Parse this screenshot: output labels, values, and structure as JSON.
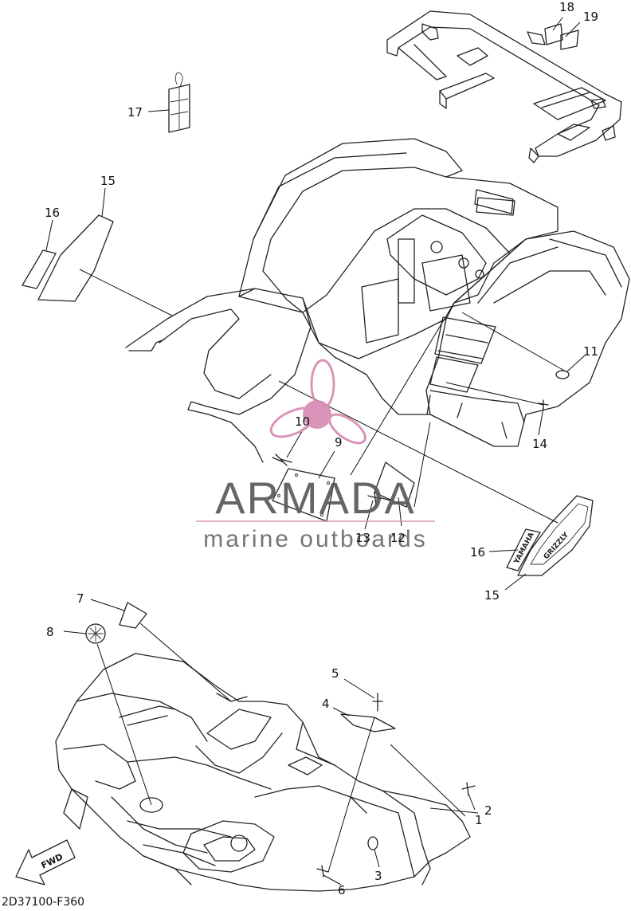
{
  "diagram": {
    "callouts": {
      "c1": "1",
      "c2": "2",
      "c3": "3",
      "c4": "4",
      "c5": "5",
      "c6": "6",
      "c7": "7",
      "c8": "8",
      "c9": "9",
      "c10": "10",
      "c11": "11",
      "c12": "12",
      "c13": "13",
      "c14": "14",
      "c15a": "15",
      "c15b": "15",
      "c16a": "16",
      "c16b": "16",
      "c17": "17",
      "c18": "18",
      "c19": "19"
    },
    "fwd_label": "FWD",
    "decals": {
      "yamaha_text": "YAMAHA",
      "grizzly_text": "GRIZZLY"
    },
    "footer_code": "2D37100-F360"
  },
  "watermark": {
    "brand": "ARMADA",
    "tagline": "marine outboards",
    "colors": {
      "logo": "#d98cb4",
      "text": "#5a5a5a"
    }
  }
}
